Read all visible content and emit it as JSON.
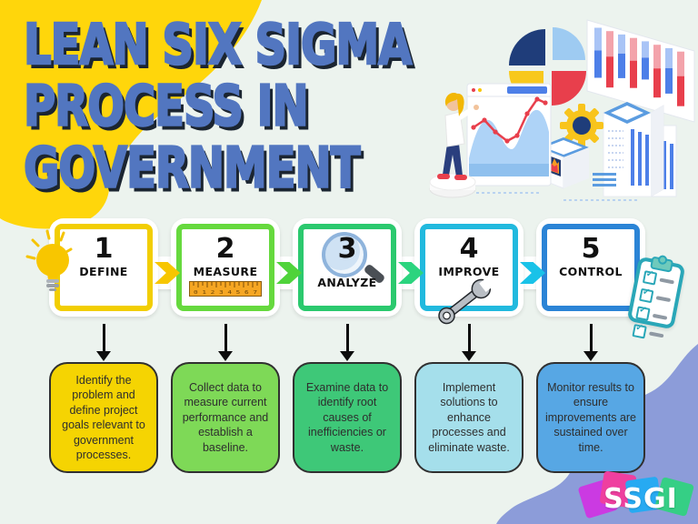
{
  "title": {
    "line1": "LEAN SIX SIGMA",
    "line2": "PROCESS IN",
    "line3": "GOVERNMENT"
  },
  "steps": [
    {
      "number": "1",
      "label": "DEFINE",
      "icon": "lightbulb-icon",
      "accent": "#F2CE02",
      "card_fill": "#F5D402",
      "description": "Identify the problem and define project goals relevant to government processes."
    },
    {
      "number": "2",
      "label": "MEASURE",
      "icon": "ruler-icon",
      "accent": "#66D93E",
      "card_fill": "#7ED957",
      "ruler_numbers": "0 1 2 3 4 5 6 7",
      "description": "Collect data to measure current performance and establish a baseline."
    },
    {
      "number": "3",
      "label": "ANALYZE",
      "icon": "magnifier-icon",
      "accent": "#2BC96E",
      "card_fill": "#3EC878",
      "description": "Examine data to identify root causes of inefficiencies or waste."
    },
    {
      "number": "4",
      "label": "IMPROVE",
      "icon": "wrench-icon",
      "accent": "#21B9DE",
      "card_fill": "#A5DFEB",
      "description": "Implement solutions to enhance processes and eliminate waste."
    },
    {
      "number": "5",
      "label": "CONTROL",
      "icon": "clipboard-icon",
      "accent": "#2B84D6",
      "card_fill": "#57A7E4",
      "description": "Monitor results to ensure improvements are sustained over time."
    }
  ],
  "connector_colors": [
    "#F7C600",
    "#4FD33A",
    "#2BD47E",
    "#19C2E8"
  ],
  "logo": {
    "text": "SSGI"
  },
  "colors": {
    "background": "#ECF3EE",
    "blob_yellow": "#FFD60B",
    "blob_periwinkle": "#8C9CD9",
    "title_blue": "#5276C0",
    "title_shadow": "#1B2531",
    "card_border": "#303030",
    "arrow_black": "#0D0D0D"
  }
}
